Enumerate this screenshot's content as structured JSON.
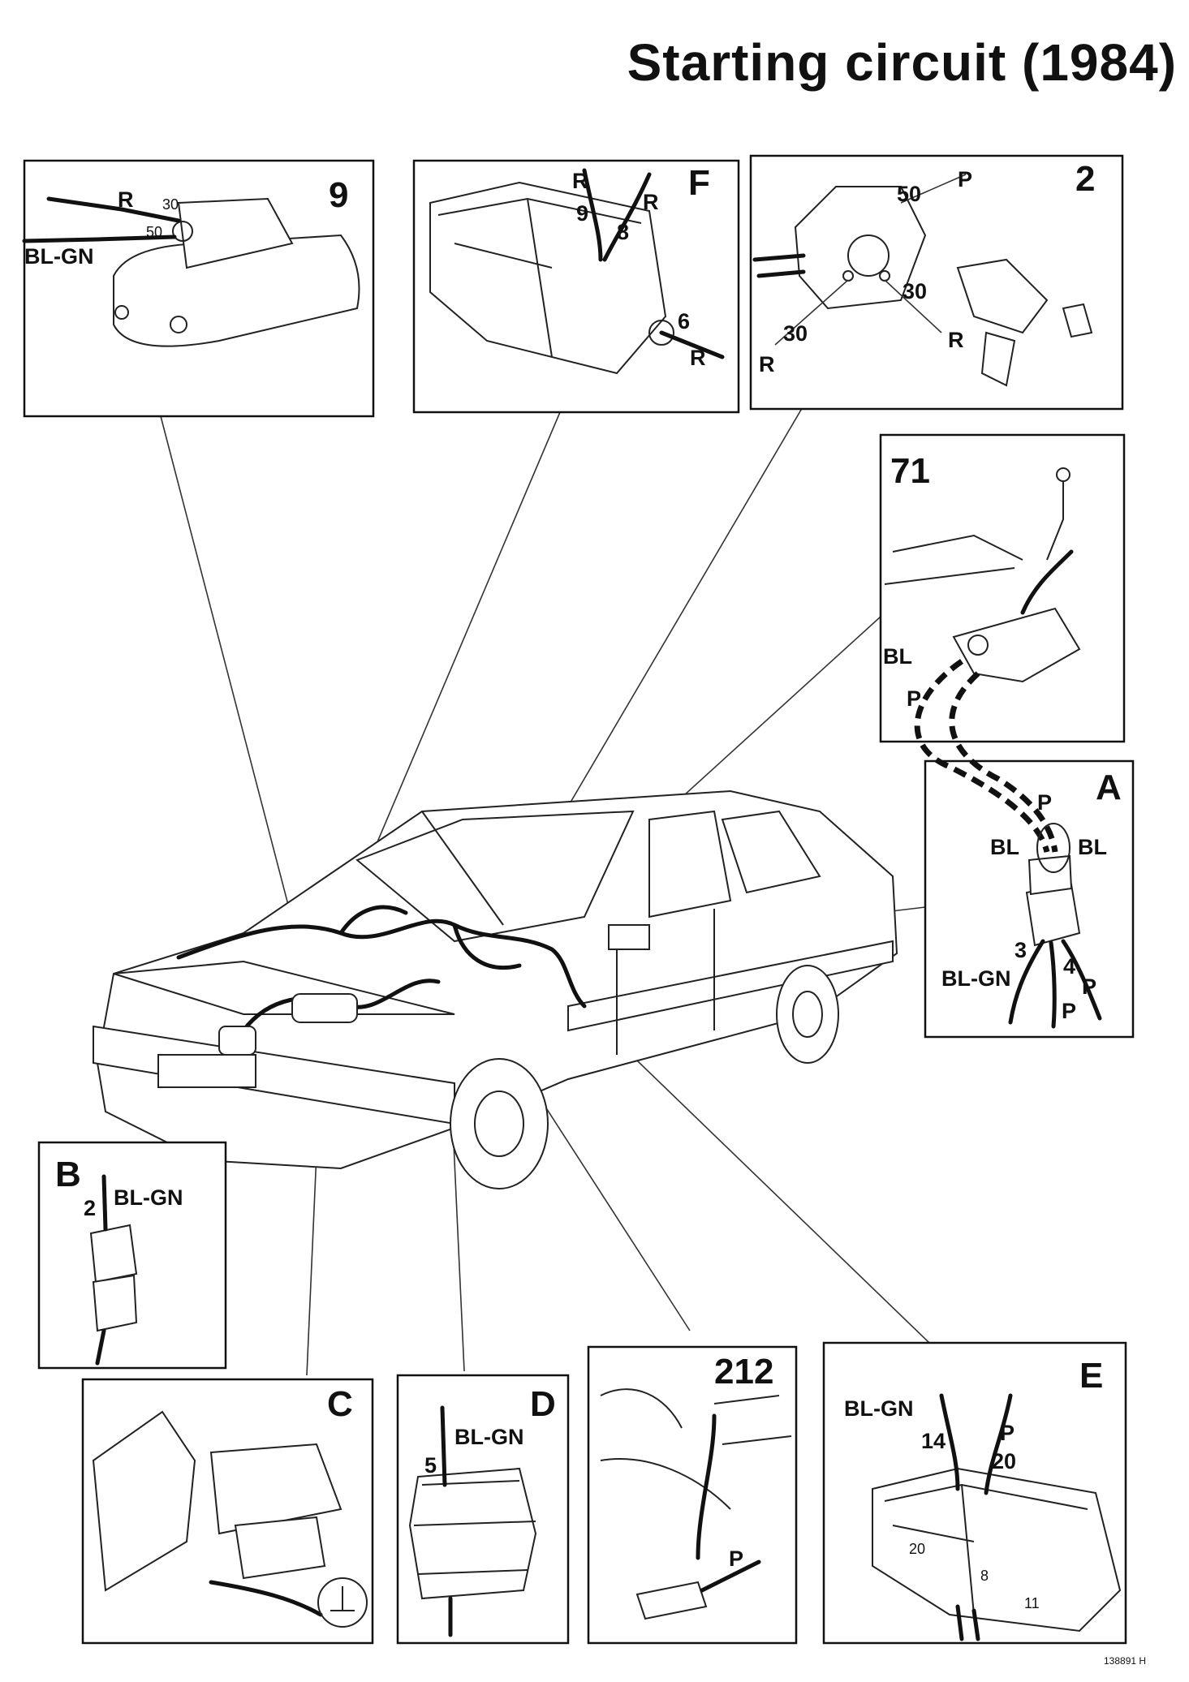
{
  "title": "Starting circuit (1984)",
  "reference": "138891 H",
  "panels": {
    "p9": {
      "id": "9",
      "labels": [
        "R",
        "30",
        "50",
        "BL-GN"
      ]
    },
    "pF": {
      "id": "F",
      "labels": [
        "R",
        "R",
        "9",
        "8",
        "6",
        "R"
      ]
    },
    "p2": {
      "id": "2",
      "labels": [
        "50",
        "P",
        "30",
        "R",
        "30",
        "R"
      ]
    },
    "p71": {
      "id": "71",
      "labels": [
        "BL",
        "P"
      ]
    },
    "pA": {
      "id": "A",
      "labels": [
        "P",
        "BL",
        "BL",
        "3",
        "BL-GN",
        "4",
        "P",
        "P"
      ]
    },
    "pB": {
      "id": "B",
      "labels": [
        "2",
        "BL-GN"
      ]
    },
    "pC": {
      "id": "C",
      "labels": []
    },
    "pD": {
      "id": "D",
      "labels": [
        "BL-GN",
        "5"
      ]
    },
    "p212": {
      "id": "212",
      "labels": [
        "P"
      ]
    },
    "pE": {
      "id": "E",
      "labels": [
        "BL-GN",
        "14",
        "P",
        "20",
        "20",
        "8",
        "11"
      ]
    }
  }
}
